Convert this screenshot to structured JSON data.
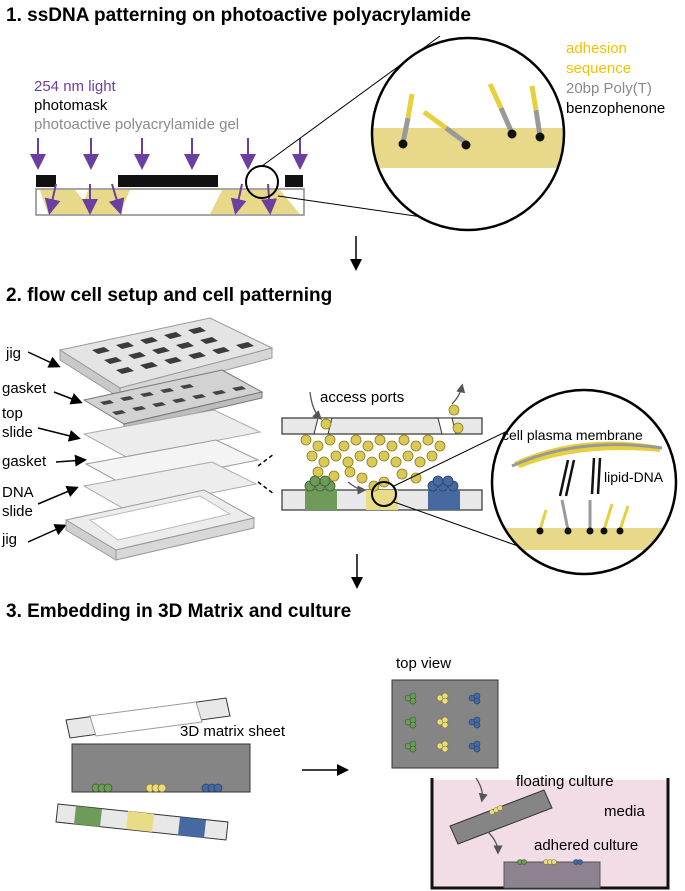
{
  "section1": {
    "title": "1. ssDNA patterning on photoactive polyacrylamide",
    "labels": {
      "light": "254 nm light",
      "photomask": "photomask",
      "gel": "photoactive polyacrylamide gel"
    },
    "zoom_legend": {
      "adhesion1": "adhesion",
      "adhesion2": "sequence",
      "polyT": "20bp Poly(T)",
      "benzophenone": "benzophenone"
    }
  },
  "section2": {
    "title": "2. flow cell setup and cell patterning",
    "stack_labels": [
      "jig",
      "gasket",
      "top",
      "slide",
      "gasket",
      "DNA",
      "slide",
      "jig"
    ],
    "access_ports": "access ports",
    "zoom_labels": {
      "membrane": "cell plasma membrane",
      "lipid": "lipid-DNA"
    }
  },
  "section3": {
    "title": "3. Embedding in 3D Matrix and culture",
    "matrix_sheet": "3D matrix sheet",
    "top_view": "top view",
    "floating": "floating culture",
    "media": "media",
    "adhered": "adhered culture"
  },
  "colors": {
    "yellow_gel": "#e8d98a",
    "purple": "#6b3fa0",
    "label_yellow": "#f2c200",
    "gray_text": "#8a8a8a",
    "green": "#5a8f4a",
    "blue": "#3f5f9a",
    "matrix_gray": "#858585",
    "media_pink": "#f2dde6"
  }
}
